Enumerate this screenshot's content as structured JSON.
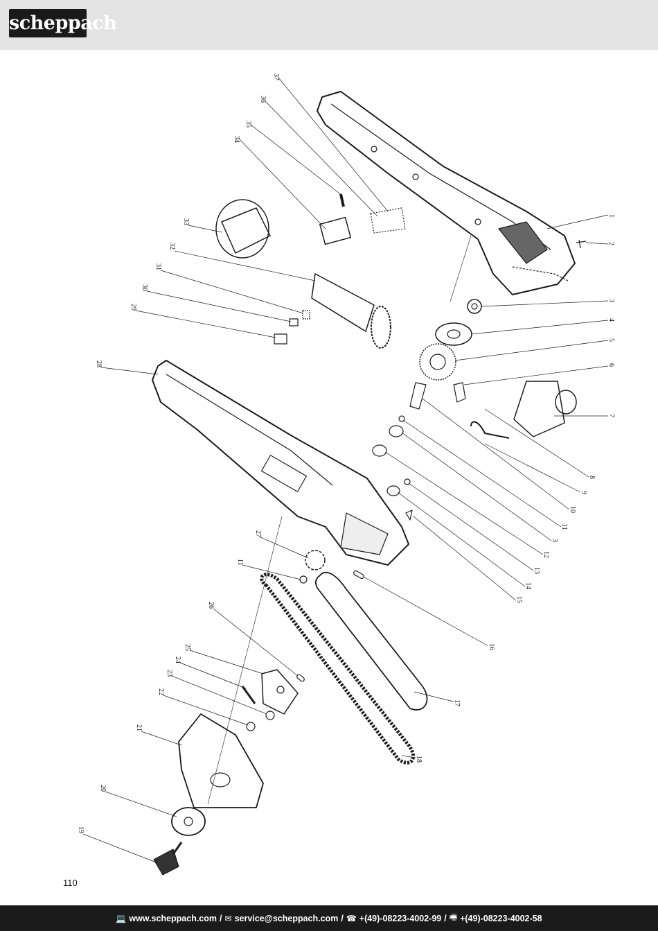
{
  "brand": {
    "logo_text": "scheppach"
  },
  "page_number": "110",
  "callouts": [
    {
      "n": "1"
    },
    {
      "n": "2"
    },
    {
      "n": "3"
    },
    {
      "n": "4"
    },
    {
      "n": "5"
    },
    {
      "n": "6"
    },
    {
      "n": "7"
    },
    {
      "n": "8"
    },
    {
      "n": "9"
    },
    {
      "n": "10"
    },
    {
      "n": "11"
    },
    {
      "n": "3"
    },
    {
      "n": "12"
    },
    {
      "n": "13"
    },
    {
      "n": "14"
    },
    {
      "n": "15"
    },
    {
      "n": "16"
    },
    {
      "n": "17"
    },
    {
      "n": "18"
    },
    {
      "n": "19"
    },
    {
      "n": "20"
    },
    {
      "n": "21"
    },
    {
      "n": "22"
    },
    {
      "n": "23"
    },
    {
      "n": "24"
    },
    {
      "n": "25"
    },
    {
      "n": "26"
    },
    {
      "n": "11"
    },
    {
      "n": "27"
    },
    {
      "n": "28"
    },
    {
      "n": "29"
    },
    {
      "n": "30"
    },
    {
      "n": "31"
    },
    {
      "n": "32"
    },
    {
      "n": "33"
    },
    {
      "n": "34"
    },
    {
      "n": "35"
    },
    {
      "n": "36"
    },
    {
      "n": "37"
    }
  ],
  "footer": {
    "web_icon": "laptop-icon",
    "web": "www.scheppach.com",
    "sep1": "/",
    "mail_icon": "envelope-icon",
    "email": "service@scheppach.com",
    "sep2": "/",
    "phone_icon": "telephone-icon",
    "phone": "+(49)-08223-4002-99",
    "sep3": "/",
    "fax_icon": "fax-icon",
    "fax": "+(49)-08223-4002-58"
  }
}
